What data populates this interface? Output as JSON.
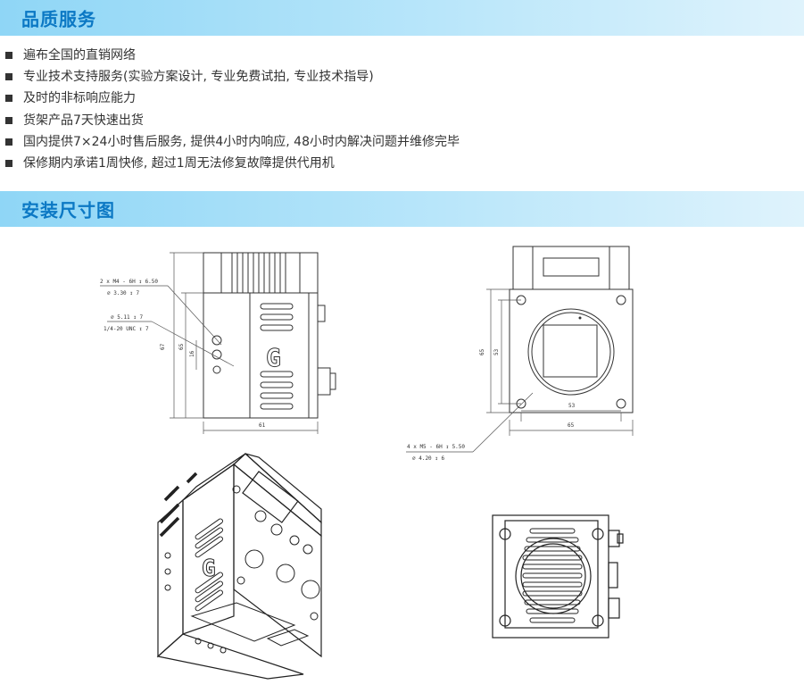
{
  "sections": [
    {
      "title": "品质服务"
    },
    {
      "title": "安装尺寸图"
    }
  ],
  "service_items": [
    "遍布全国的直销网络",
    "专业技术支持服务(实验方案设计, 专业免费试拍, 专业技术指导)",
    "及时的非标响应能力",
    "货架产品7天快速出货",
    "国内提供7×24小时售后服务, 提供4小时内响应, 48小时内解决问题并维修完毕",
    "保修期内承诺1周快修, 超过1周无法修复故障提供代用机"
  ],
  "side_view": {
    "callout1_line1": "2 x  M4 - 6H ↧ 6.50",
    "callout1_line2": "⌀ 3.30 ↧ 7",
    "callout2_line1": "⌀ 5.11 ↧ 7",
    "callout2_line2": "1/4-20 UNC ↧ 7",
    "dim_height_outer": "67",
    "dim_height_mid": "65",
    "dim_height_inner": "16",
    "dim_width": "61",
    "logo_letter": "G"
  },
  "front_view": {
    "dim_height_outer": "65",
    "dim_height_inner": "53",
    "dim_width_inner": "53",
    "dim_width_outer": "65",
    "callout_line1": "4 x  M5 - 6H ↧ 5.50",
    "callout_line2": "⌀ 4.20 ↧ 6"
  },
  "iso_view": {
    "logo_letter": "G"
  }
}
